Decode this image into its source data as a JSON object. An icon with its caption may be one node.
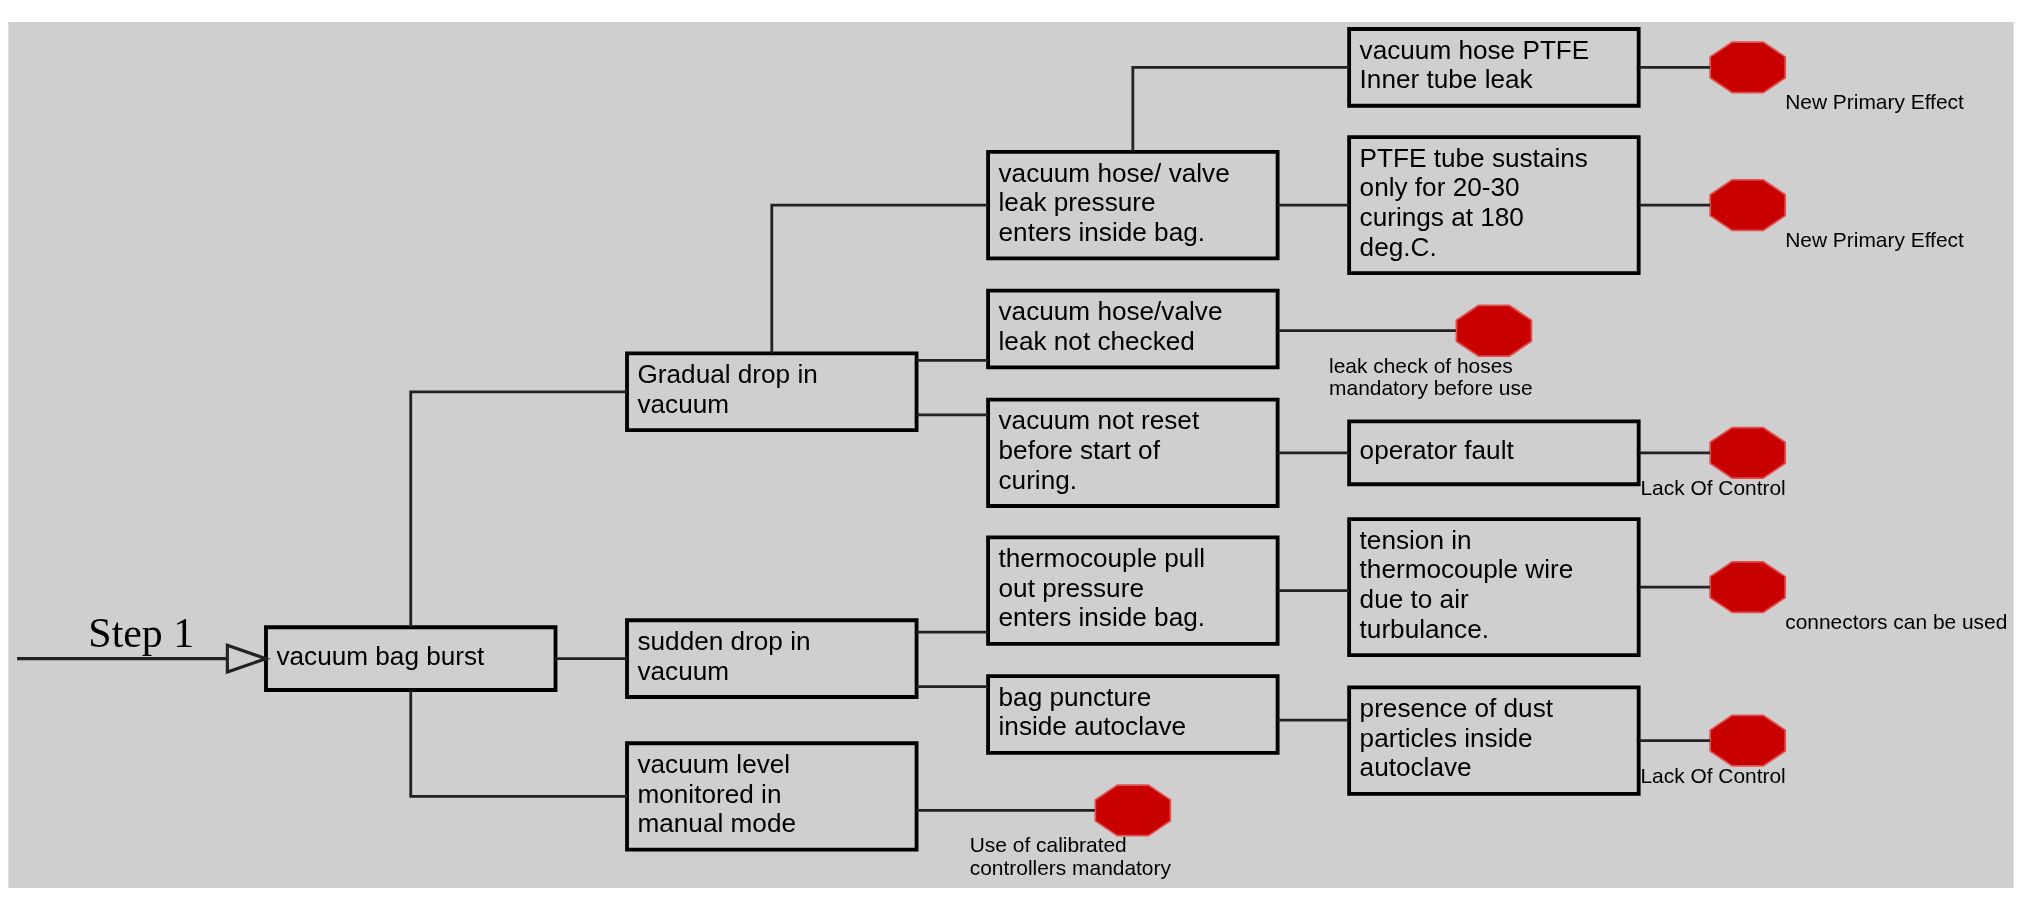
{
  "diagram": {
    "nodes": [
      {
        "text": [
          "vacuum bag burst"
        ]
      },
      {
        "text": [
          "Gradual drop in vacuum"
        ]
      },
      {
        "text": [
          "vacuum hose/ valve leak pressure enters inside bag."
        ]
      },
      {
        "text": [
          "vacuum hose PTFE Inner tube leak"
        ]
      },
      {
        "text": [],
        "shape": "octagon",
        "beside": [
          "New Primary Effect"
        ]
      },
      {
        "text": [
          "PTFE tube sustains only for 20-30 curings at 180 deg.C."
        ]
      },
      {
        "text": [],
        "shape": "octagon",
        "beside": [
          "New Primary Effect"
        ]
      },
      {
        "text": [
          "vacuum hose/valve leak not checked"
        ]
      },
      {
        "text": [],
        "shape": "octagon",
        "beside": [
          "leak check of hoses mandatory before use"
        ]
      },
      {
        "text": [
          "vacuum not reset before start of curing."
        ]
      },
      {
        "text": [
          "operator fault"
        ]
      },
      {
        "text": [],
        "shape": "octagon",
        "beside": [
          "Lack Of Control"
        ]
      },
      {
        "text": [
          "sudden drop in vacuum"
        ]
      },
      {
        "text": [
          "thermocouple pull out pressure enters inside bag."
        ]
      },
      {
        "text": [
          "tension in thermocouple wire due to air turbulance."
        ]
      },
      {
        "text": [],
        "shape": "octagon",
        "beside": [
          "connectors can be used"
        ]
      },
      {
        "text": [
          "bag puncture inside autoclave"
        ]
      },
      {
        "text": [
          "presence of dust particles inside autoclave"
        ]
      },
      {
        "text": [],
        "shape": "octagon",
        "beside": [
          "Lack Of Control"
        ]
      },
      {
        "text": [
          "vacuum level monitored in manual mode"
        ]
      },
      {
        "text": [],
        "shape": "octagon",
        "beside": [
          "Use of calibrated controllers mandatory"
        ]
      }
    ],
    "edges": [
      {
        "from": null,
        "to": 0,
        "arrow": "to",
        "label": "Step 1"
      },
      {
        "from": 0,
        "to": 1,
        "arrow": "none"
      },
      {
        "from": 0,
        "to": 12,
        "arrow": "none"
      },
      {
        "from": 0,
        "to": 19,
        "arrow": "none"
      },
      {
        "from": 1,
        "to": 2,
        "arrow": "none"
      },
      {
        "from": 1,
        "to": 7,
        "arrow": "none"
      },
      {
        "from": 1,
        "to": 9,
        "arrow": "none"
      },
      {
        "from": 2,
        "to": 3,
        "arrow": "none"
      },
      {
        "from": 2,
        "to": 5,
        "arrow": "none"
      },
      {
        "from": 3,
        "to": 4,
        "arrow": "none"
      },
      {
        "from": 5,
        "to": 6,
        "arrow": "none"
      },
      {
        "from": 7,
        "to": 8,
        "arrow": "none"
      },
      {
        "from": 9,
        "to": 10,
        "arrow": "none"
      },
      {
        "from": 10,
        "to": 11,
        "arrow": "none"
      },
      {
        "from": 12,
        "to": 13,
        "arrow": "none"
      },
      {
        "from": 12,
        "to": 16,
        "arrow": "none"
      },
      {
        "from": 13,
        "to": 14,
        "arrow": "none"
      },
      {
        "from": 14,
        "to": 15,
        "arrow": "none"
      },
      {
        "from": 16,
        "to": 17,
        "arrow": "none"
      },
      {
        "from": 17,
        "to": 18,
        "arrow": "none"
      },
      {
        "from": 19,
        "to": 20,
        "arrow": "none"
      }
    ]
  }
}
